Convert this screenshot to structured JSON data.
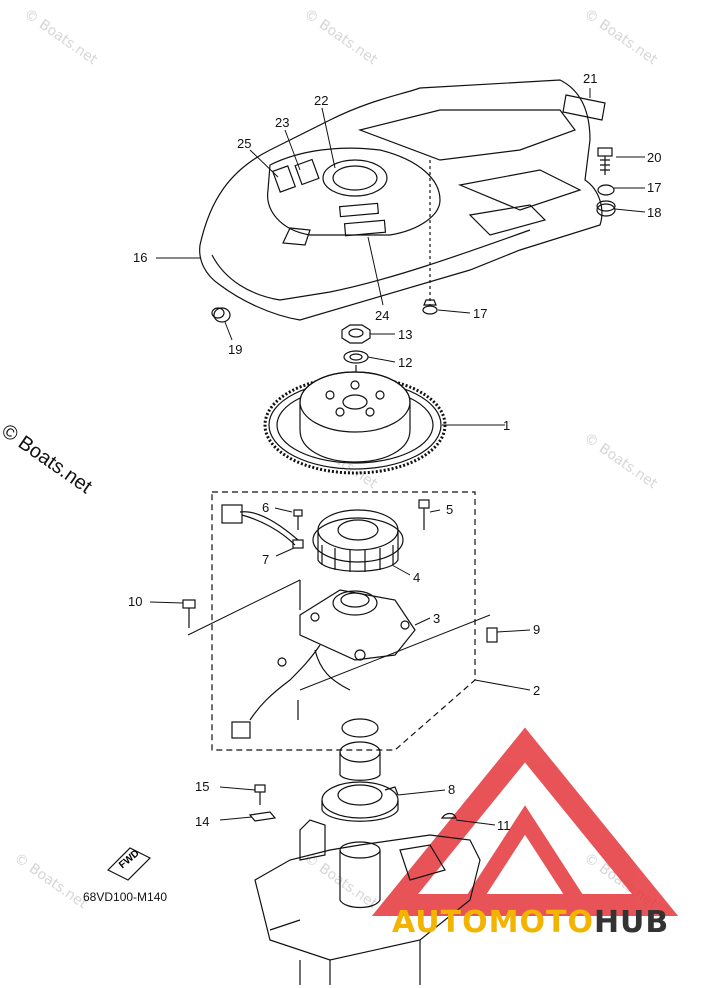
{
  "watermark": "© Boats.net",
  "copyright": "© Boats.net",
  "part_code": "68VD100-M140",
  "fwd_label": "FWD",
  "logo": {
    "part1": "AUTOMOTO",
    "part2": "HUB",
    "color1": "#f2b400",
    "color2": "#333333",
    "triangle_color": "#e5363b"
  },
  "callouts": [
    "1",
    "2",
    "3",
    "4",
    "5",
    "6",
    "7",
    "8",
    "9",
    "10",
    "11",
    "12",
    "13",
    "14",
    "15",
    "16",
    "17",
    "17",
    "18",
    "19",
    "20",
    "21",
    "22",
    "23",
    "24",
    "25"
  ]
}
